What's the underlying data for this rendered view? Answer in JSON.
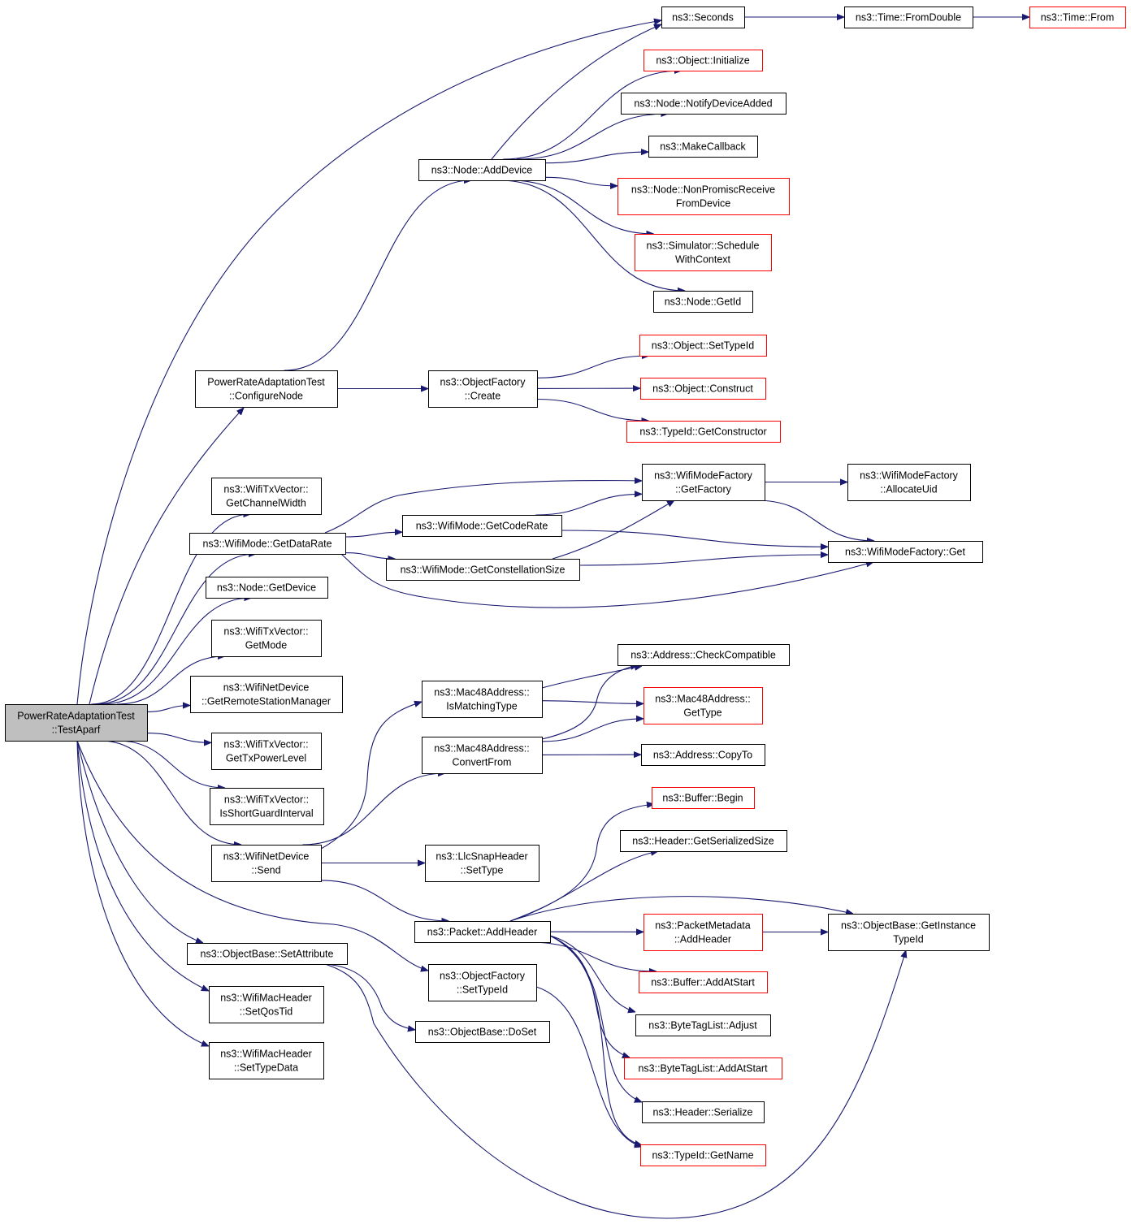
{
  "graph": {
    "colors": {
      "edge": "#191970",
      "truncated_border": "#ff0000",
      "normal_border": "#000000",
      "root_fill": "#bfbfbf"
    },
    "nodes": [
      {
        "id": "root",
        "lines": [
          "PowerRateAdaptationTest",
          "::TestAparf"
        ],
        "style": "root"
      },
      {
        "id": "seconds",
        "lines": [
          "ns3::Seconds"
        ],
        "style": "normal"
      },
      {
        "id": "fromdouble",
        "lines": [
          "ns3::Time::FromDouble"
        ],
        "style": "normal"
      },
      {
        "id": "timefrom",
        "lines": [
          "ns3::Time::From"
        ],
        "style": "red"
      },
      {
        "id": "objinit",
        "lines": [
          "ns3::Object::Initialize"
        ],
        "style": "red"
      },
      {
        "id": "notifydev",
        "lines": [
          "ns3::Node::NotifyDeviceAdded"
        ],
        "style": "normal"
      },
      {
        "id": "makecb",
        "lines": [
          "ns3::MakeCallback"
        ],
        "style": "normal"
      },
      {
        "id": "adddevice",
        "lines": [
          "ns3::Node::AddDevice"
        ],
        "style": "normal"
      },
      {
        "id": "nonpromisc",
        "lines": [
          "ns3::Node::NonPromiscReceive",
          "FromDevice"
        ],
        "style": "red"
      },
      {
        "id": "schedctx",
        "lines": [
          "ns3::Simulator::Schedule",
          "WithContext"
        ],
        "style": "red"
      },
      {
        "id": "nodegetid",
        "lines": [
          "ns3::Node::GetId"
        ],
        "style": "normal"
      },
      {
        "id": "settypeid",
        "lines": [
          "ns3::Object::SetTypeId"
        ],
        "style": "red"
      },
      {
        "id": "construct",
        "lines": [
          "ns3::Object::Construct"
        ],
        "style": "red"
      },
      {
        "id": "configure",
        "lines": [
          "PowerRateAdaptationTest",
          "::ConfigureNode"
        ],
        "style": "normal"
      },
      {
        "id": "ofcreate",
        "lines": [
          "ns3::ObjectFactory",
          "::Create"
        ],
        "style": "normal"
      },
      {
        "id": "getctor",
        "lines": [
          "ns3::TypeId::GetConstructor"
        ],
        "style": "red"
      },
      {
        "id": "getchw",
        "lines": [
          "ns3::WifiTxVector::",
          "GetChannelWidth"
        ],
        "style": "normal"
      },
      {
        "id": "wmfgetfactory",
        "lines": [
          "ns3::WifiModeFactory",
          "::GetFactory"
        ],
        "style": "normal"
      },
      {
        "id": "allocuid",
        "lines": [
          "ns3::WifiModeFactory",
          "::AllocateUid"
        ],
        "style": "normal"
      },
      {
        "id": "getcoderate",
        "lines": [
          "ns3::WifiMode::GetCodeRate"
        ],
        "style": "normal"
      },
      {
        "id": "getdatarate",
        "lines": [
          "ns3::WifiMode::GetDataRate"
        ],
        "style": "normal"
      },
      {
        "id": "wmfget",
        "lines": [
          "ns3::WifiModeFactory::Get"
        ],
        "style": "normal"
      },
      {
        "id": "getconst",
        "lines": [
          "ns3::WifiMode::GetConstellationSize"
        ],
        "style": "normal"
      },
      {
        "id": "nodegetdev",
        "lines": [
          "ns3::Node::GetDevice"
        ],
        "style": "normal"
      },
      {
        "id": "getmode",
        "lines": [
          "ns3::WifiTxVector::",
          "GetMode"
        ],
        "style": "normal"
      },
      {
        "id": "checkcompat",
        "lines": [
          "ns3::Address::CheckCompatible"
        ],
        "style": "normal"
      },
      {
        "id": "getrsm",
        "lines": [
          "ns3::WifiNetDevice",
          "::GetRemoteStationManager"
        ],
        "style": "normal"
      },
      {
        "id": "ismatching",
        "lines": [
          "ns3::Mac48Address::",
          "IsMatchingType"
        ],
        "style": "normal"
      },
      {
        "id": "m48gettype",
        "lines": [
          "ns3::Mac48Address::",
          "GetType"
        ],
        "style": "red"
      },
      {
        "id": "gettxpower",
        "lines": [
          "ns3::WifiTxVector::",
          "GetTxPowerLevel"
        ],
        "style": "normal"
      },
      {
        "id": "convertfrom",
        "lines": [
          "ns3::Mac48Address::",
          "ConvertFrom"
        ],
        "style": "normal"
      },
      {
        "id": "copyto",
        "lines": [
          "ns3::Address::CopyTo"
        ],
        "style": "normal"
      },
      {
        "id": "isshortgi",
        "lines": [
          "ns3::WifiTxVector::",
          "IsShortGuardInterval"
        ],
        "style": "normal"
      },
      {
        "id": "bufbegin",
        "lines": [
          "ns3::Buffer::Begin"
        ],
        "style": "red"
      },
      {
        "id": "hdrgetsize",
        "lines": [
          "ns3::Header::GetSerializedSize"
        ],
        "style": "normal"
      },
      {
        "id": "wndsend",
        "lines": [
          "ns3::WifiNetDevice",
          "::Send"
        ],
        "style": "normal"
      },
      {
        "id": "llcsettype",
        "lines": [
          "ns3::LlcSnapHeader",
          "::SetType"
        ],
        "style": "normal"
      },
      {
        "id": "addheader",
        "lines": [
          "ns3::Packet::AddHeader"
        ],
        "style": "normal"
      },
      {
        "id": "pmaddheader",
        "lines": [
          "ns3::PacketMetadata",
          "::AddHeader"
        ],
        "style": "red"
      },
      {
        "id": "getinsttid",
        "lines": [
          "ns3::ObjectBase::GetInstance",
          "TypeId"
        ],
        "style": "normal"
      },
      {
        "id": "setattr",
        "lines": [
          "ns3::ObjectBase::SetAttribute"
        ],
        "style": "normal"
      },
      {
        "id": "ofsettypeid",
        "lines": [
          "ns3::ObjectFactory",
          "::SetTypeId"
        ],
        "style": "normal"
      },
      {
        "id": "bufaddstart",
        "lines": [
          "ns3::Buffer::AddAtStart"
        ],
        "style": "red"
      },
      {
        "id": "setqostid",
        "lines": [
          "ns3::WifiMacHeader",
          "::SetQosTid"
        ],
        "style": "normal"
      },
      {
        "id": "btladjust",
        "lines": [
          "ns3::ByteTagList::Adjust"
        ],
        "style": "normal"
      },
      {
        "id": "doset",
        "lines": [
          "ns3::ObjectBase::DoSet"
        ],
        "style": "normal"
      },
      {
        "id": "settypedata",
        "lines": [
          "ns3::WifiMacHeader",
          "::SetTypeData"
        ],
        "style": "normal"
      },
      {
        "id": "btladdstart",
        "lines": [
          "ns3::ByteTagList::AddAtStart"
        ],
        "style": "red"
      },
      {
        "id": "hdrserialize",
        "lines": [
          "ns3::Header::Serialize"
        ],
        "style": "normal"
      },
      {
        "id": "tidgetname",
        "lines": [
          "ns3::TypeId::GetName"
        ],
        "style": "red"
      }
    ],
    "edges": [
      [
        "root",
        "seconds"
      ],
      [
        "root",
        "configure"
      ],
      [
        "root",
        "getchw"
      ],
      [
        "root",
        "getdatarate"
      ],
      [
        "root",
        "nodegetdev"
      ],
      [
        "root",
        "getmode"
      ],
      [
        "root",
        "getrsm"
      ],
      [
        "root",
        "gettxpower"
      ],
      [
        "root",
        "isshortgi"
      ],
      [
        "root",
        "wndsend"
      ],
      [
        "root",
        "setattr"
      ],
      [
        "root",
        "ofsettypeid"
      ],
      [
        "root",
        "setqostid"
      ],
      [
        "root",
        "settypedata"
      ],
      [
        "seconds",
        "fromdouble"
      ],
      [
        "fromdouble",
        "timefrom"
      ],
      [
        "configure",
        "adddevice"
      ],
      [
        "configure",
        "ofcreate"
      ],
      [
        "adddevice",
        "seconds"
      ],
      [
        "adddevice",
        "objinit"
      ],
      [
        "adddevice",
        "notifydev"
      ],
      [
        "adddevice",
        "makecb"
      ],
      [
        "adddevice",
        "nonpromisc"
      ],
      [
        "adddevice",
        "schedctx"
      ],
      [
        "adddevice",
        "nodegetid"
      ],
      [
        "ofcreate",
        "settypeid"
      ],
      [
        "ofcreate",
        "construct"
      ],
      [
        "ofcreate",
        "getctor"
      ],
      [
        "getdatarate",
        "wmfgetfactory"
      ],
      [
        "getdatarate",
        "getcoderate"
      ],
      [
        "getdatarate",
        "getconst"
      ],
      [
        "getdatarate",
        "wmfget"
      ],
      [
        "getcoderate",
        "wmfgetfactory"
      ],
      [
        "getcoderate",
        "wmfget"
      ],
      [
        "getconst",
        "wmfgetfactory"
      ],
      [
        "getconst",
        "wmfget"
      ],
      [
        "wmfgetfactory",
        "allocuid"
      ],
      [
        "wmfgetfactory",
        "wmfget"
      ],
      [
        "wndsend",
        "ismatching"
      ],
      [
        "wndsend",
        "convertfrom"
      ],
      [
        "wndsend",
        "llcsettype"
      ],
      [
        "wndsend",
        "addheader"
      ],
      [
        "ismatching",
        "checkcompat"
      ],
      [
        "ismatching",
        "m48gettype"
      ],
      [
        "convertfrom",
        "checkcompat"
      ],
      [
        "convertfrom",
        "m48gettype"
      ],
      [
        "convertfrom",
        "copyto"
      ],
      [
        "addheader",
        "bufbegin"
      ],
      [
        "addheader",
        "hdrgetsize"
      ],
      [
        "addheader",
        "getinsttid"
      ],
      [
        "addheader",
        "pmaddheader"
      ],
      [
        "addheader",
        "bufaddstart"
      ],
      [
        "addheader",
        "btladjust"
      ],
      [
        "addheader",
        "btladdstart"
      ],
      [
        "addheader",
        "hdrserialize"
      ],
      [
        "addheader",
        "tidgetname"
      ],
      [
        "pmaddheader",
        "getinsttid"
      ],
      [
        "setattr",
        "doset"
      ],
      [
        "setattr",
        "getinsttid"
      ],
      [
        "ofsettypeid",
        "tidgetname"
      ]
    ]
  }
}
